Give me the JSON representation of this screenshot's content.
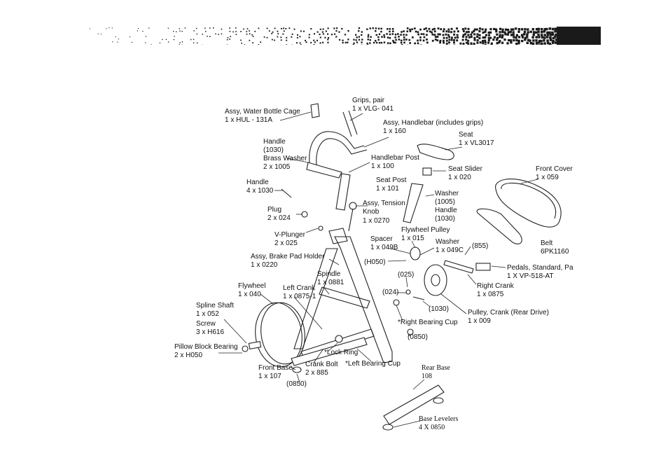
{
  "banner": {
    "color_dark": "#1a1a1a"
  },
  "labels": {
    "water_bottle_cage": "Assy, Water Bottle Cage",
    "water_bottle_cage_qty": "1 x HUL - 131A",
    "grips": "Grips, pair",
    "grips_qty": "1 x VLG- 041",
    "handlebar_assy": "Assy, Handlebar (includes grips)",
    "handlebar_assy_qty": "1 x 160",
    "seat": "Seat",
    "seat_qty": "1 x VL3017",
    "handle_a": "Handle",
    "handle_a_code": "(1030)",
    "brass_washer": "Brass Washer",
    "brass_washer_qty": "2 x 1005",
    "handlebar_post": "Handlebar Post",
    "handlebar_post_qty": "1 x 100",
    "seat_slider": "Seat Slider",
    "seat_slider_qty": "1 x 020",
    "front_cover": "Front Cover",
    "front_cover_qty": "1 x 059",
    "handle_b": "Handle",
    "handle_b_qty": "4 x 1030",
    "seat_post": "Seat Post",
    "seat_post_qty": "1 x 101",
    "washer_a": "Washer",
    "washer_a_code": "(1005)",
    "handle_c": "Handle",
    "handle_c_code": "(1030)",
    "tension_knob": "Assy, Tension",
    "tension_knob_2": "Knob",
    "tension_knob_qty": "1 x 0270",
    "plug": "Plug",
    "plug_qty": "2 x 024",
    "flywheel_pulley": "Flywheel Pulley",
    "flywheel_pulley_qty": "1 x 015",
    "belt": "Belt",
    "belt_code": "6PK1160",
    "v_plunger": "V-Plunger",
    "v_plunger_qty": "2 x 025",
    "spacer": "Spacer",
    "spacer_qty": "1 x 049B",
    "washer_b": "Washer",
    "washer_b_qty": "1 x 049C",
    "code_855": "(855)",
    "brake_pad_holder": "Assy, Brake Pad Holder",
    "brake_pad_holder_qty": "1 x 0220",
    "code_h050": "(H050)",
    "pedals": "Pedals, Standard, Pa",
    "pedals_qty": "1 X VP-518-AT",
    "spindle": "Spindle",
    "spindle_qty": "1 x 0881",
    "code_025": "(025)",
    "right_crank": "Right Crank",
    "right_crank_qty": "1 x 0875",
    "flywheel": "Flywheel",
    "flywheel_qty": "1 x 040",
    "left_crank": "Left Crank",
    "left_crank_qty": "1 x 0875-1",
    "code_024": "(024)",
    "code_1030": "(1030)",
    "pulley_crank": "Pulley, Crank  (Rear Drive)",
    "pulley_crank_qty": "1 x 009",
    "spline_shaft": "Spline  Shaft",
    "spline_shaft_qty": "1 x 052",
    "screw": "Screw",
    "screw_qty": "3 x H616",
    "right_bearing_cup": "*Right Bearing Cup",
    "code_0850_a": "(0850)",
    "pillow_block": "Pillow Block Bearing",
    "pillow_block_qty": "2 x H050",
    "lock_ring": "*Lock Ring",
    "left_bearing_cup": "*Left Bearing Cup",
    "front_base": "Front Base",
    "front_base_qty": "1 x 107",
    "crank_bolt": "Crank Bolt",
    "crank_bolt_qty": "2 x 885",
    "rear_base": "Rear Base",
    "rear_base_code": "108",
    "code_0850_b": "(0850)",
    "base_levelers": "Base Levelers",
    "base_levelers_qty": "4 X 0850"
  }
}
